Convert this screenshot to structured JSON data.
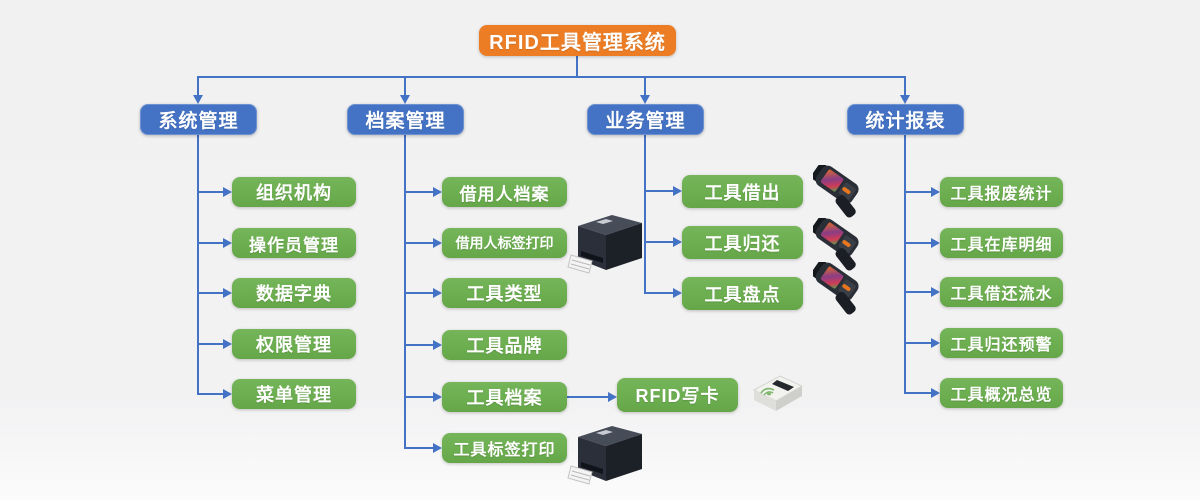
{
  "root": {
    "label": "RFID工具管理系统"
  },
  "branches": [
    {
      "label": "系统管理",
      "items": [
        {
          "label": "组织机构"
        },
        {
          "label": "操作员管理"
        },
        {
          "label": "数据字典"
        },
        {
          "label": "权限管理"
        },
        {
          "label": "菜单管理"
        }
      ]
    },
    {
      "label": "档案管理",
      "items": [
        {
          "label": "借用人档案"
        },
        {
          "label": "借用人标签打印",
          "device": "label-printer"
        },
        {
          "label": "工具类型"
        },
        {
          "label": "工具品牌"
        },
        {
          "label": "工具档案",
          "links_to": "RFID写卡"
        },
        {
          "label": "工具标签打印",
          "device": "label-printer"
        }
      ]
    },
    {
      "label": "业务管理",
      "items": [
        {
          "label": "工具借出",
          "device": "handheld-rfid-reader"
        },
        {
          "label": "工具归还",
          "device": "handheld-rfid-reader"
        },
        {
          "label": "工具盘点",
          "device": "handheld-rfid-reader"
        }
      ]
    },
    {
      "label": "统计报表",
      "items": [
        {
          "label": "工具报废统计"
        },
        {
          "label": "工具在库明细"
        },
        {
          "label": "工具借还流水"
        },
        {
          "label": "工具归还预警"
        },
        {
          "label": "工具概况总览"
        }
      ]
    }
  ],
  "rfid_card_node": {
    "label": "RFID写卡",
    "device": "rfid-card-writer"
  },
  "devices": [
    {
      "name": "label-printer",
      "count": 2
    },
    {
      "name": "handheld-rfid-reader",
      "count": 3
    },
    {
      "name": "rfid-card-writer",
      "count": 1
    }
  ],
  "colors": {
    "root-color": "#EC7D24",
    "branch-color": "#4472C4",
    "item-color": "#6CAE50",
    "line-color": "#4472C4",
    "bg-color": "#F1F1F2"
  }
}
